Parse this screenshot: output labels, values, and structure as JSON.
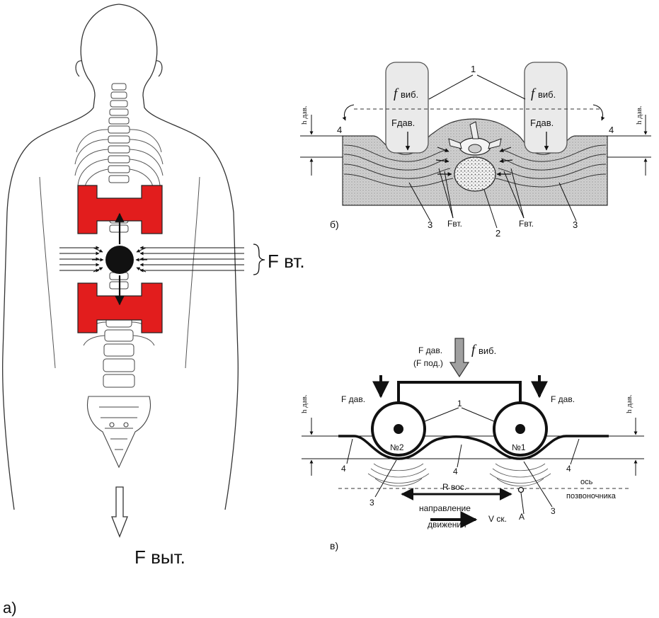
{
  "panel_a": {
    "label": "а)",
    "force_side": "F вт.",
    "force_pull": "F выт."
  },
  "panel_b": {
    "label": "б)",
    "roller_left_f": "f",
    "roller_left_vib": "виб.",
    "roller_left_fdav": "Fдав.",
    "roller_right_f": "f",
    "roller_right_vib": "виб.",
    "roller_right_fdav": "Fдав.",
    "num_1": "1",
    "num_2": "2",
    "num_3_left": "3",
    "num_3_right": "3",
    "num_4_left": "4",
    "num_4_right": "4",
    "h_left": "h дав.",
    "h_right": "h дав.",
    "fvt_left": "Fвт.",
    "fvt_right": "Fвт."
  },
  "panel_c": {
    "label": "в)",
    "fdav_top": "F дав.",
    "fpod": "(F под.)",
    "fvib_f": "f",
    "fvib_vib": "виб.",
    "fdav_left": "F дав.",
    "fdav_right": "F дав.",
    "num_1": "1",
    "roller_2": "№2",
    "roller_1": "№1",
    "num_4_a": "4",
    "num_4_b": "4",
    "num_4_c": "4",
    "num_3_left": "3",
    "num_3_right": "3",
    "r_label": "R вос.",
    "axis_1": "ось",
    "axis_2": "позвоночника",
    "dir_1": "направление",
    "dir_2": "движения",
    "v_label": "V ск.",
    "point_a": "А",
    "h_left": "h дав.",
    "h_right": "h дав."
  }
}
